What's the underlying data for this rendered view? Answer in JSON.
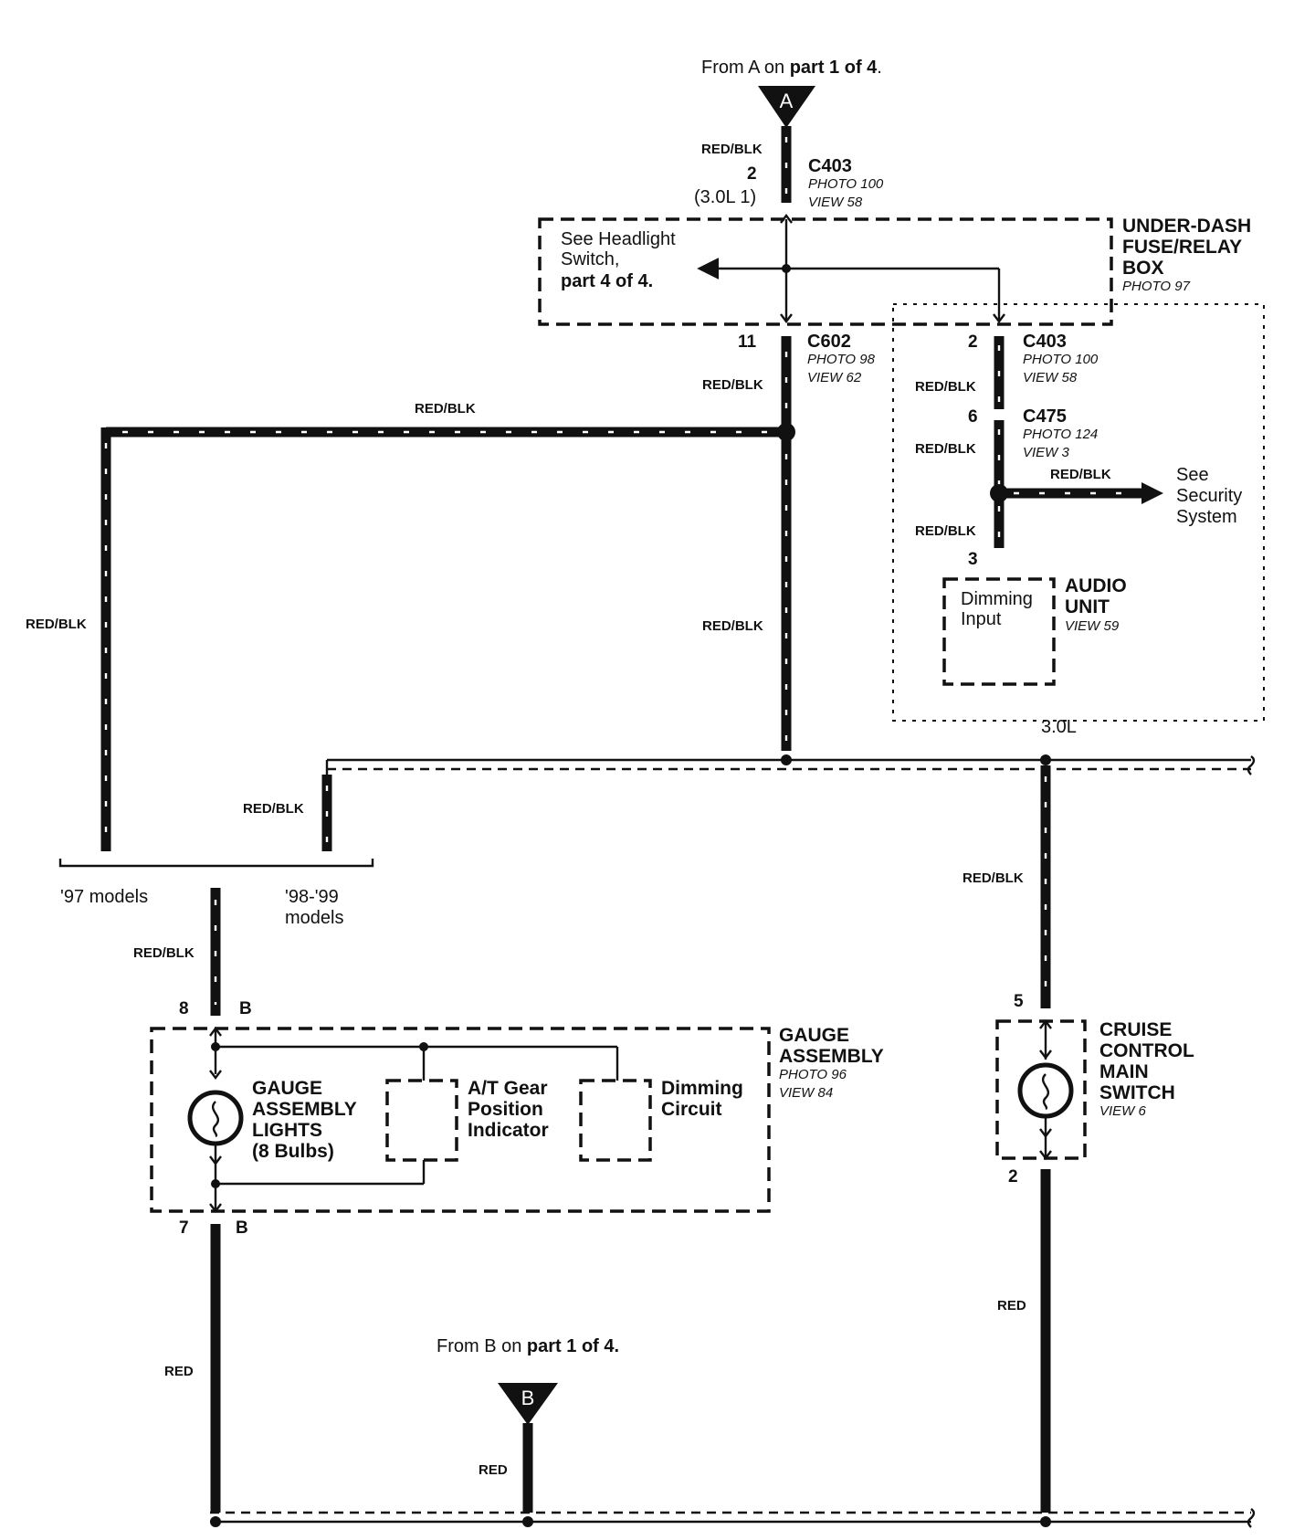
{
  "from_a": {
    "prefix": "From A on",
    "bold": "part 1 of 4",
    "suffix": "."
  },
  "from_b": {
    "prefix": "From B on",
    "bold": "part 1 of 4."
  },
  "connector_a_letter": "A",
  "connector_b_letter": "B",
  "wire_labels": {
    "red_blk": "RED/BLK",
    "red": "RED"
  },
  "c403_top": {
    "name": "C403",
    "photo": "PHOTO 100",
    "view": "VIEW 58",
    "pin": "2",
    "pin_alt": "(3.0L 1)"
  },
  "underdash": {
    "line1": "UNDER-DASH",
    "line2": "FUSE/RELAY",
    "line3": "BOX",
    "photo": "PHOTO 97"
  },
  "headlight_ref": {
    "line1": "See Headlight",
    "line2": "Switch,",
    "line3": "part 4 of 4."
  },
  "c602": {
    "name": "C602",
    "photo": "PHOTO 98",
    "view": "VIEW 62",
    "pin": "11"
  },
  "c403_right": {
    "name": "C403",
    "photo": "PHOTO 100",
    "view": "VIEW 58",
    "pin": "2"
  },
  "c475": {
    "name": "C475",
    "photo": "PHOTO 124",
    "view": "VIEW 3",
    "pin": "6"
  },
  "security_ref": {
    "line1": "See",
    "line2": "Security",
    "line3": "System"
  },
  "audio": {
    "pin": "3",
    "input_line1": "Dimming",
    "input_line2": "Input",
    "title1": "AUDIO",
    "title2": "UNIT",
    "view": "VIEW 59"
  },
  "variant_label": "3.0L",
  "models": {
    "left": "'97 models",
    "right_line1": "'98-'99",
    "right_line2": "models"
  },
  "gauge": {
    "pin_top": "8",
    "conn_top": "B",
    "pin_bottom": "7",
    "conn_bottom": "B",
    "title1": "GAUGE",
    "title2": "ASSEMBLY",
    "photo": "PHOTO 96",
    "view": "VIEW 84",
    "lights1": "GAUGE",
    "lights2": "ASSEMBLY",
    "lights3": "LIGHTS",
    "lights4": "(8 Bulbs)",
    "at1": "A/T Gear",
    "at2": "Position",
    "at3": "Indicator",
    "dim1": "Dimming",
    "dim2": "Circuit"
  },
  "cruise": {
    "pin_top": "5",
    "pin_bottom": "2",
    "title1": "CRUISE",
    "title2": "CONTROL",
    "title3": "MAIN",
    "title4": "SWITCH",
    "view": "VIEW 6"
  }
}
